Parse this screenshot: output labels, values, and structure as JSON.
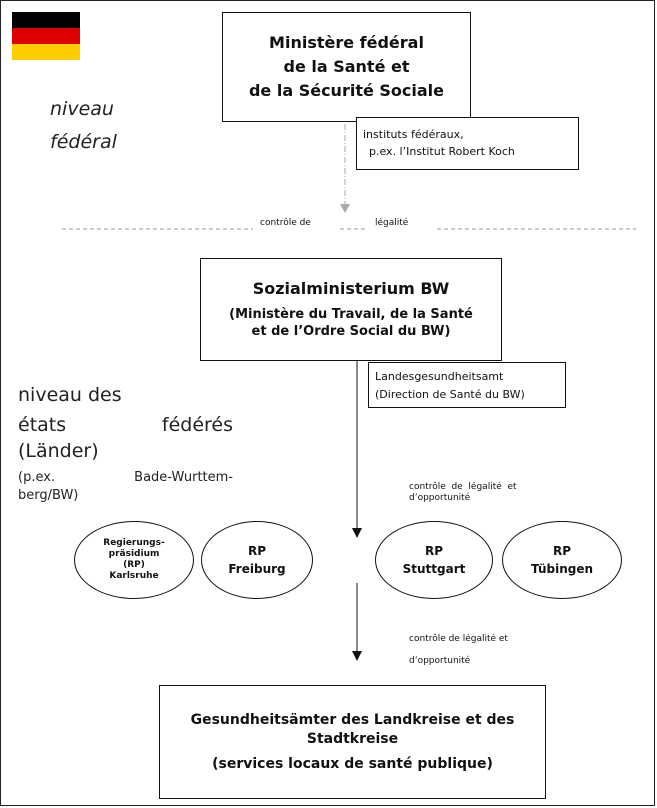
{
  "flag": {
    "colors": [
      "#000000",
      "#dd0000",
      "#ffcc00"
    ]
  },
  "federal_box": {
    "line1": "Ministère fédéral",
    "line2": "de la Santé et",
    "line3": "de la Sécurité Sociale"
  },
  "federal_level": {
    "line1": "niveau",
    "line2": "fédéral"
  },
  "institutes_box": {
    "line1": "instituts fédéraux,",
    "line2": "p.ex. l’Institut Robert Koch"
  },
  "legality_label": {
    "left": "contrôle de",
    "right": "légalité"
  },
  "state_box": {
    "title": "Sozialministerium BW",
    "line1": "(Ministère du Travail, de la Santé",
    "line2": "et de l’Ordre Social du BW)"
  },
  "landes_box": {
    "line1": "Landesgesundheitsamt",
    "line2": "(Direction de Santé du BW)"
  },
  "state_level": {
    "line1": "niveau des",
    "line2_a": "états",
    "line2_b": "fédérés",
    "line3": "(Länder)",
    "example_a": "(p.ex.",
    "example_b": "Bade-Wurttem-",
    "example_c": "berg/BW)"
  },
  "control_label_1": {
    "line1": "contrôle  de  légalité  et",
    "line2": "d’opportunité"
  },
  "rp_ellipses": [
    {
      "line1": "Regierungs-",
      "line2": "präsidium",
      "line3": "(RP)",
      "line4": "Karlsruhe"
    },
    {
      "line1": "RP",
      "line2": "Freiburg"
    },
    {
      "line1": "RP",
      "line2": "Stuttgart"
    },
    {
      "line1": "RP",
      "line2": "Tübingen"
    }
  ],
  "control_label_2": {
    "line1": "contrôle de légalité et",
    "line2": "d’opportunité"
  },
  "local_box": {
    "line1": "Gesundheitsämter des Landkreise et des",
    "line2": "Stadtkreise",
    "line3": "(services locaux de santé publique)"
  }
}
